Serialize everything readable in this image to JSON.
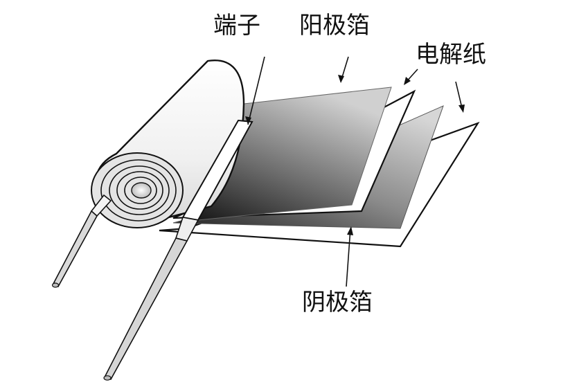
{
  "labels": {
    "terminal": "端子",
    "anode_foil": "阳极箔",
    "electrolytic_paper": "电解纸",
    "cathode_foil": "阴极箔"
  },
  "colors": {
    "outline": "#111111",
    "roll_fill": "#f2f2f2",
    "foil_dark": "#222222",
    "foil_light": "#c8c8c8",
    "paper": "#ffffff"
  }
}
